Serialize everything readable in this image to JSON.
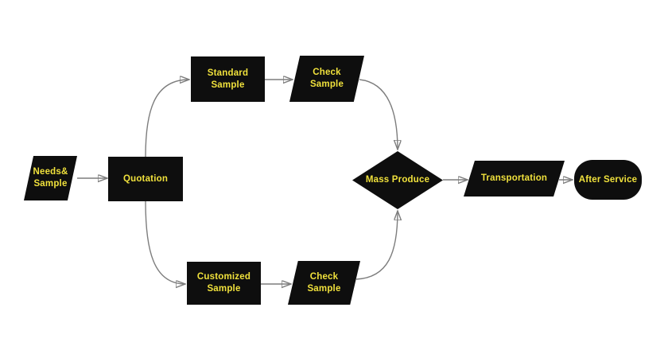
{
  "diagram": {
    "type": "flowchart",
    "background": "#ffffff"
  },
  "nodes": {
    "needs_sample": {
      "label": "Needs&\nSample",
      "shape": "parallelogram"
    },
    "quotation": {
      "label": "Quotation",
      "shape": "rectangle"
    },
    "standard_sample": {
      "label": "Standard\nSample",
      "shape": "rectangle"
    },
    "check_sample_top": {
      "label": "Check\nSample",
      "shape": "parallelogram"
    },
    "customized_sample": {
      "label": "Customized\nSample",
      "shape": "rectangle"
    },
    "check_sample_bottom": {
      "label": "Check\nSample",
      "shape": "parallelogram"
    },
    "mass_produce": {
      "label": "Mass Produce",
      "shape": "diamond"
    },
    "transportation": {
      "label": "Transportation",
      "shape": "parallelogram"
    },
    "after_service": {
      "label": "After Service",
      "shape": "rounded-terminator"
    }
  },
  "edges": [
    {
      "from": "needs_sample",
      "to": "quotation"
    },
    {
      "from": "quotation",
      "to": "standard_sample"
    },
    {
      "from": "quotation",
      "to": "customized_sample"
    },
    {
      "from": "standard_sample",
      "to": "check_sample_top"
    },
    {
      "from": "check_sample_top",
      "to": "mass_produce"
    },
    {
      "from": "customized_sample",
      "to": "check_sample_bottom"
    },
    {
      "from": "check_sample_bottom",
      "to": "mass_produce"
    },
    {
      "from": "mass_produce",
      "to": "transportation"
    },
    {
      "from": "transportation",
      "to": "after_service"
    }
  ],
  "colors": {
    "node_fill": "#0e0e0e",
    "label_text": "#f0e13c",
    "connector_line": "#7d7d7d",
    "arrowhead": "#0d0d0d",
    "background": "#ffffff"
  }
}
